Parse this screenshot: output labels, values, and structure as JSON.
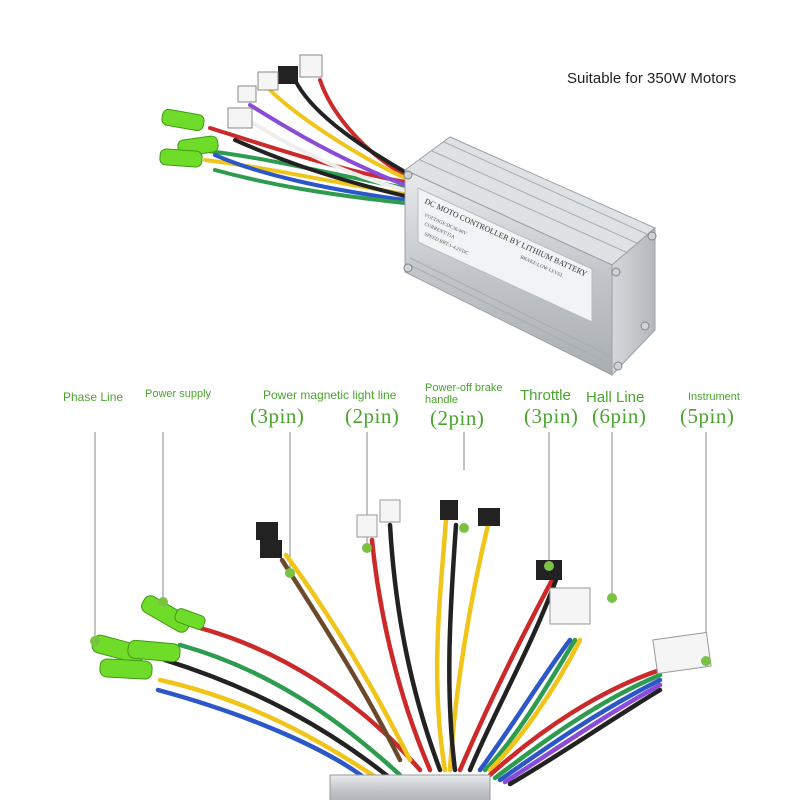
{
  "caption": "Suitable for 350W Motors",
  "controller_label": {
    "line1": "DC MOTO CONTROLLER BY LITHIUM BATTERY",
    "line2": "VOLTAGE:DC36/48V",
    "line3": "CURRENT:15A",
    "line4": "SPEED BRT:1-4.2VDC",
    "line5": "BRAKE:LOW LEVEL"
  },
  "connectors": [
    {
      "name": "Phase Line",
      "pins": ""
    },
    {
      "name": "Power supply",
      "pins": ""
    },
    {
      "name": "Power magnetic light line",
      "pins": "(3pin)",
      "pins2": "(2pin)"
    },
    {
      "name": "Power-off brake handle",
      "pins": "(2pin)"
    },
    {
      "name": "Throttle",
      "pins": "(3pin)"
    },
    {
      "name": "Hall Line",
      "pins": "(6pin)"
    },
    {
      "name": "Instrument",
      "pins": "(5pin)"
    }
  ],
  "colors": {
    "label_green": "#4aa52e",
    "dot_green": "#7bc144",
    "connector_green": "#6fdc2a",
    "aluminum": "#c9ccd0"
  }
}
